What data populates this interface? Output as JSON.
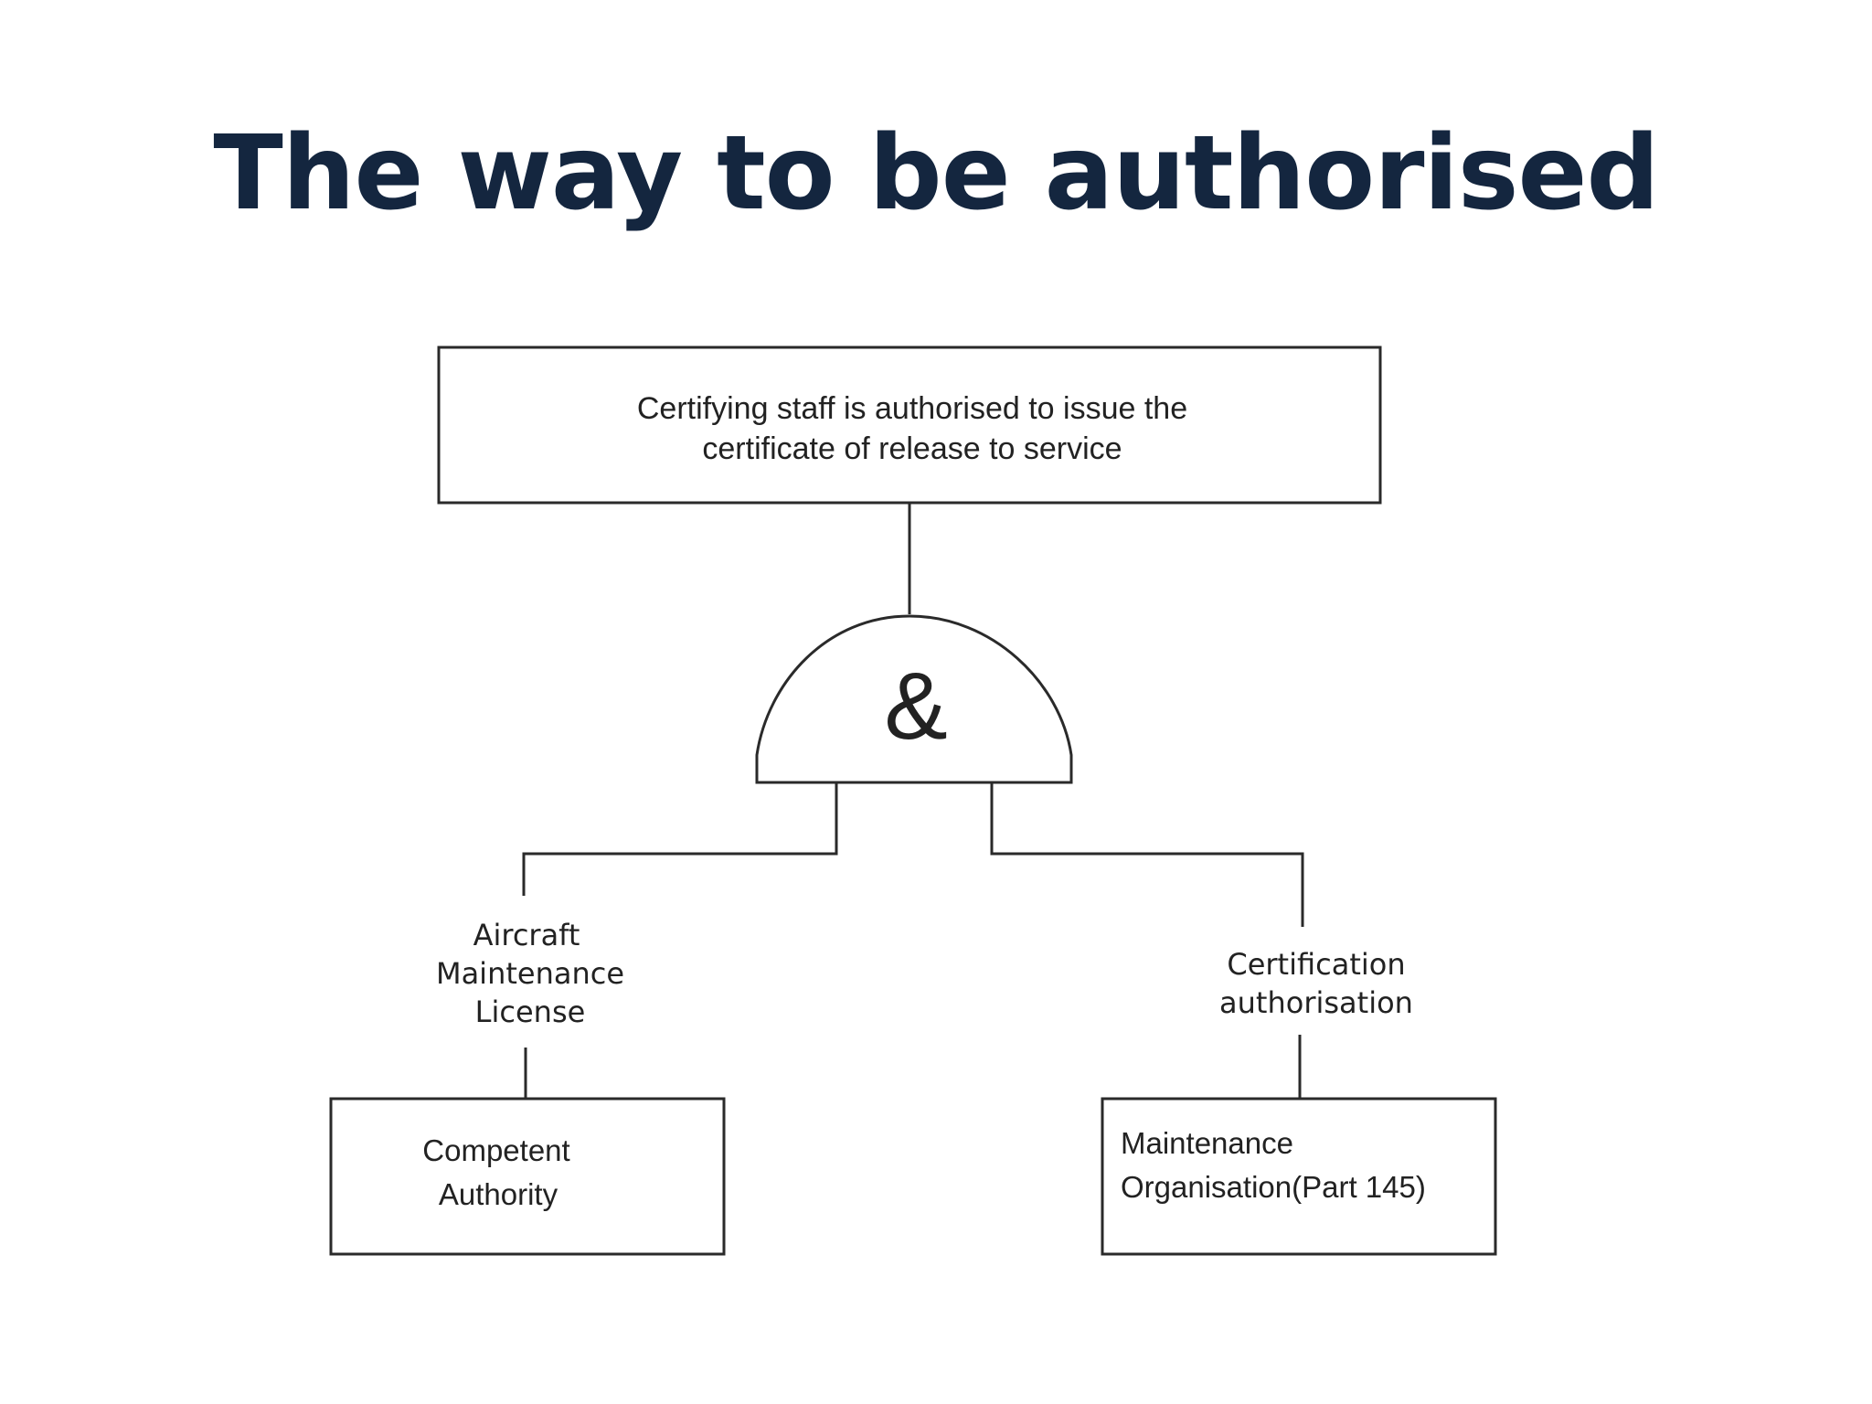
{
  "title": "The way to be authorised",
  "colors": {
    "title": "#14263f",
    "line": "#2a2a2a",
    "text": "#222222",
    "background": "#ffffff"
  },
  "diagram": {
    "top_box": {
      "line1": "Certifying staff is authorised to issue the",
      "line2": "certificate of release to service"
    },
    "gate": {
      "symbol": "&"
    },
    "left_label": {
      "line1": "Aircraft",
      "line2": "Maintenance",
      "line3": "License"
    },
    "right_label": {
      "line1": "Certification",
      "line2": "authorisation"
    },
    "left_box": {
      "line1": "Competent",
      "line2": "Authority"
    },
    "right_box": {
      "line1": "Maintenance",
      "line2": "Organisation(Part 145)"
    }
  }
}
